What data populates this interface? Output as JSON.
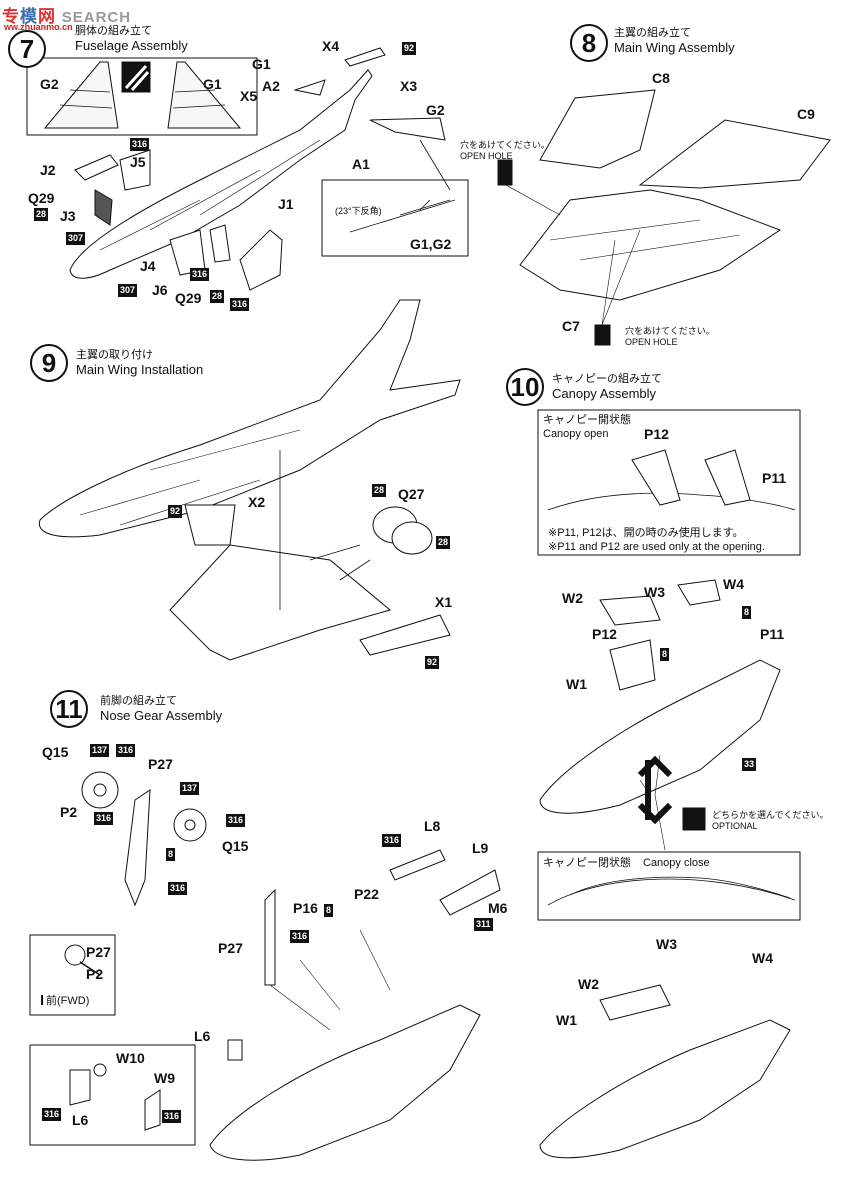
{
  "watermark": {
    "brand_a": "专",
    "brand_b": "模",
    "brand_c": "网",
    "search": "SEARCH",
    "url": "ww.zhuanmo.cn"
  },
  "steps": [
    {
      "num": "7",
      "jp": "胴体の組み立て",
      "en": "Fuselage Assembly"
    },
    {
      "num": "8",
      "jp": "主翼の組み立て",
      "en": "Main Wing Assembly"
    },
    {
      "num": "9",
      "jp": "主翼の取り付け",
      "en": "Main Wing Installation"
    },
    {
      "num": "10",
      "jp": "キャノピーの組み立て",
      "en": "Canopy Assembly"
    },
    {
      "num": "11",
      "jp": "前脚の組み立て",
      "en": "Nose Gear Assembly"
    }
  ],
  "step7": {
    "inset_labels": [
      "G2",
      "G1"
    ],
    "parts": [
      "X4",
      "G1",
      "A2",
      "X5",
      "X3",
      "G2",
      "A1",
      "J1",
      "J2",
      "J5",
      "Q29",
      "J3",
      "J4",
      "J6",
      "Q29"
    ],
    "badges": [
      "92",
      "316",
      "28",
      "307",
      "307",
      "316",
      "28",
      "316"
    ],
    "dihedral_note": "(23°下反角)",
    "dihedral_parts": "G1,G2"
  },
  "step8": {
    "parts": [
      "C8",
      "C9",
      "C7"
    ],
    "hole_jp": "穴をあけてください。",
    "hole_en": "OPEN HOLE"
  },
  "step9": {
    "parts": [
      "X2",
      "Q27",
      "X1"
    ],
    "badges": [
      "92",
      "28",
      "28",
      "92"
    ]
  },
  "step10": {
    "open_jp": "キャノピー開状態",
    "open_en": "Canopy open",
    "open_parts": [
      "P12",
      "P11"
    ],
    "note_jp": "※P11, P12は、開の時のみ使用します。",
    "note_en": "※P11 and P12 are used only at the opening.",
    "parts": [
      "W4",
      "W2",
      "W3",
      "P12",
      "P11",
      "W1"
    ],
    "badges": [
      "8",
      "8",
      "33"
    ],
    "optional_jp": "どちらかを選んでください。",
    "optional_en": "OPTIONAL",
    "close_jp": "キャノピー閉状態",
    "close_en": "Canopy close",
    "close_parts": [
      "W3",
      "W4",
      "W2",
      "W1"
    ]
  },
  "step11": {
    "parts": [
      "Q15",
      "P27",
      "P2",
      "Q15",
      "L8",
      "L9",
      "M6",
      "P16",
      "P22",
      "P27",
      "L6",
      "W10",
      "L6",
      "W9"
    ],
    "badges": [
      "137",
      "316",
      "137",
      "316",
      "316",
      "8",
      "316",
      "316",
      "311",
      "8",
      "316",
      "316",
      "316"
    ],
    "inset_parts": [
      "P27",
      "P2"
    ],
    "fwd": "前(FWD)"
  }
}
